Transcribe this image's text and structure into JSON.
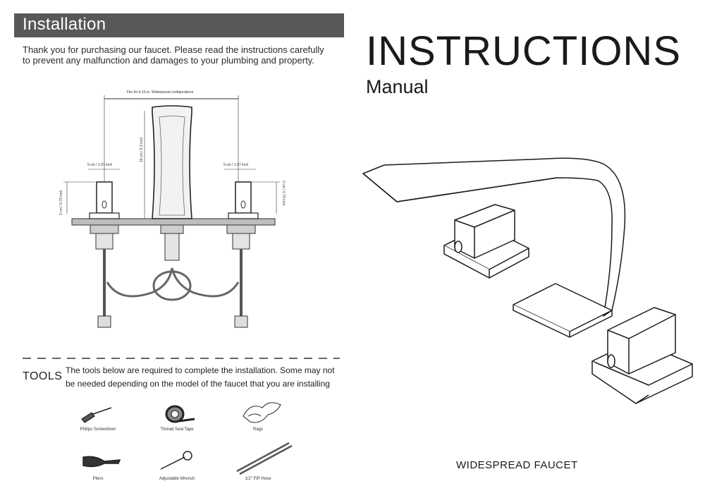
{
  "header": {
    "title": "Installation"
  },
  "intro": "Thank you for purchasing our faucet. Please read the instructions carefully to prevent any malfunction and damages to your plumbing and property.",
  "cover": {
    "title": "INSTRUCTIONS",
    "subtitle": "Manual",
    "product": "WIDESPREAD FAUCET"
  },
  "dimensions": {
    "span": "Fits for 6-16-in. Widespread configurations",
    "handle_width_left": "5 cm / 1.97 inch",
    "handle_width_right": "5 cm / 1.97 inch",
    "spout_height": "16 cm / 6.3 inch",
    "handle_height_left": "2 cm / 0.79 inch",
    "handle_height_right": "2 cm / 0.79 inch"
  },
  "tools": {
    "label": "TOOLS",
    "description": "The tools below are required to complete the installation. Some may not be needed depending on the model of the faucet that you are installing",
    "items": [
      {
        "name": "Philips Screwdriver",
        "icon": "screwdriver-icon"
      },
      {
        "name": "Thread Seal Tape",
        "icon": "tape-icon"
      },
      {
        "name": "Rags",
        "icon": "rag-icon"
      },
      {
        "name": "Pliers",
        "icon": "pliers-icon"
      },
      {
        "name": "Adjustable Wrench",
        "icon": "wrench-icon"
      },
      {
        "name": "1/2\" FIP Hose",
        "icon": "hose-icon"
      }
    ]
  }
}
